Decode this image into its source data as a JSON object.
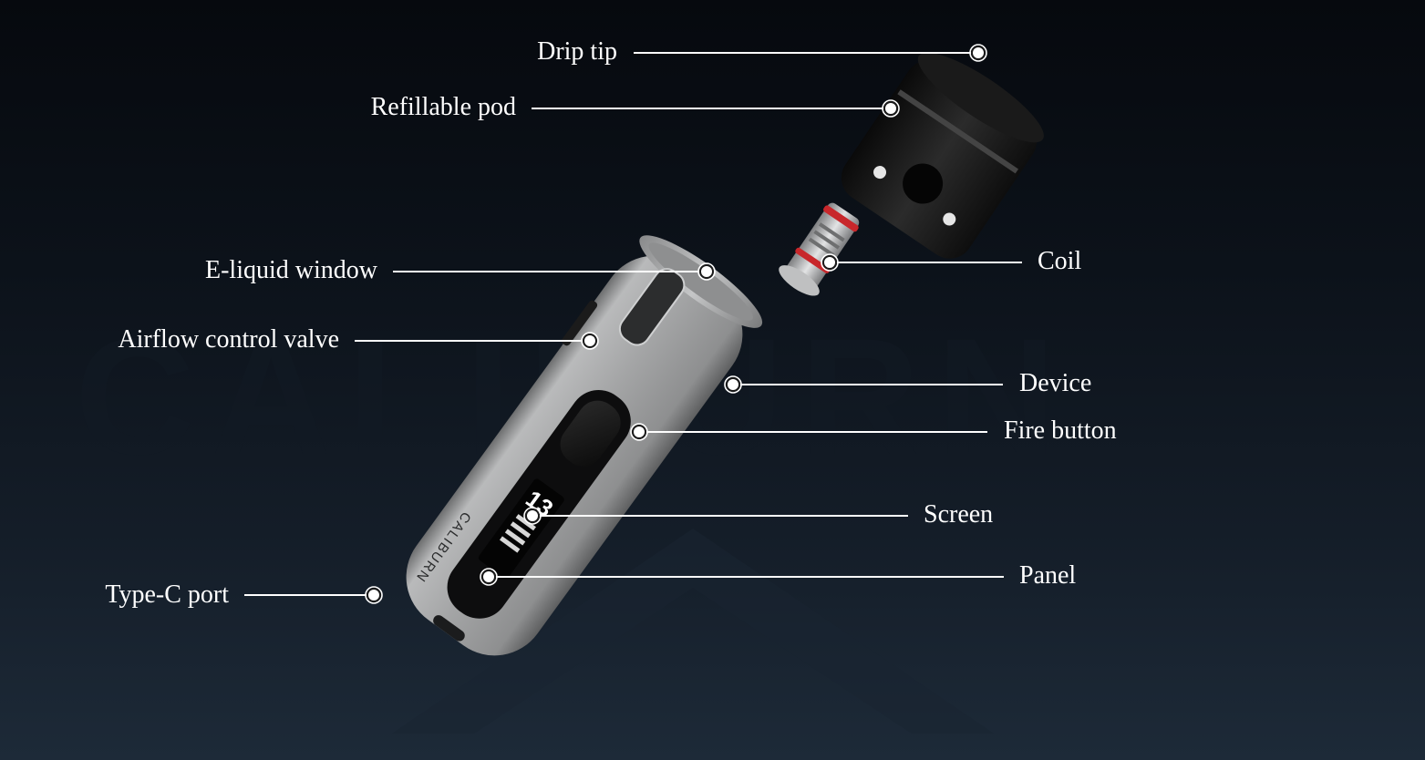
{
  "watermark": {
    "brand_text": "CALIBURN"
  },
  "device": {
    "brand_text": "CALIBURN",
    "screen_readout": "13"
  },
  "callouts": [
    {
      "id": "drip-tip",
      "label": "Drip tip"
    },
    {
      "id": "refillable-pod",
      "label": "Refillable pod"
    },
    {
      "id": "e-liquid-window",
      "label": "E-liquid window"
    },
    {
      "id": "airflow-control-valve",
      "label": "Airflow control valve"
    },
    {
      "id": "type-c-port",
      "label": "Type-C port"
    },
    {
      "id": "coil",
      "label": "Coil"
    },
    {
      "id": "device",
      "label": "Device"
    },
    {
      "id": "fire-button",
      "label": "Fire button"
    },
    {
      "id": "screen",
      "label": "Screen"
    },
    {
      "id": "panel",
      "label": "Panel"
    }
  ],
  "colors": {
    "background_top": "#06090e",
    "background_bottom": "#1d2a38",
    "device_body": "#a9aaa9",
    "pod": "#121212",
    "label": "#ffffff",
    "coil_ring": "#c8272b"
  }
}
